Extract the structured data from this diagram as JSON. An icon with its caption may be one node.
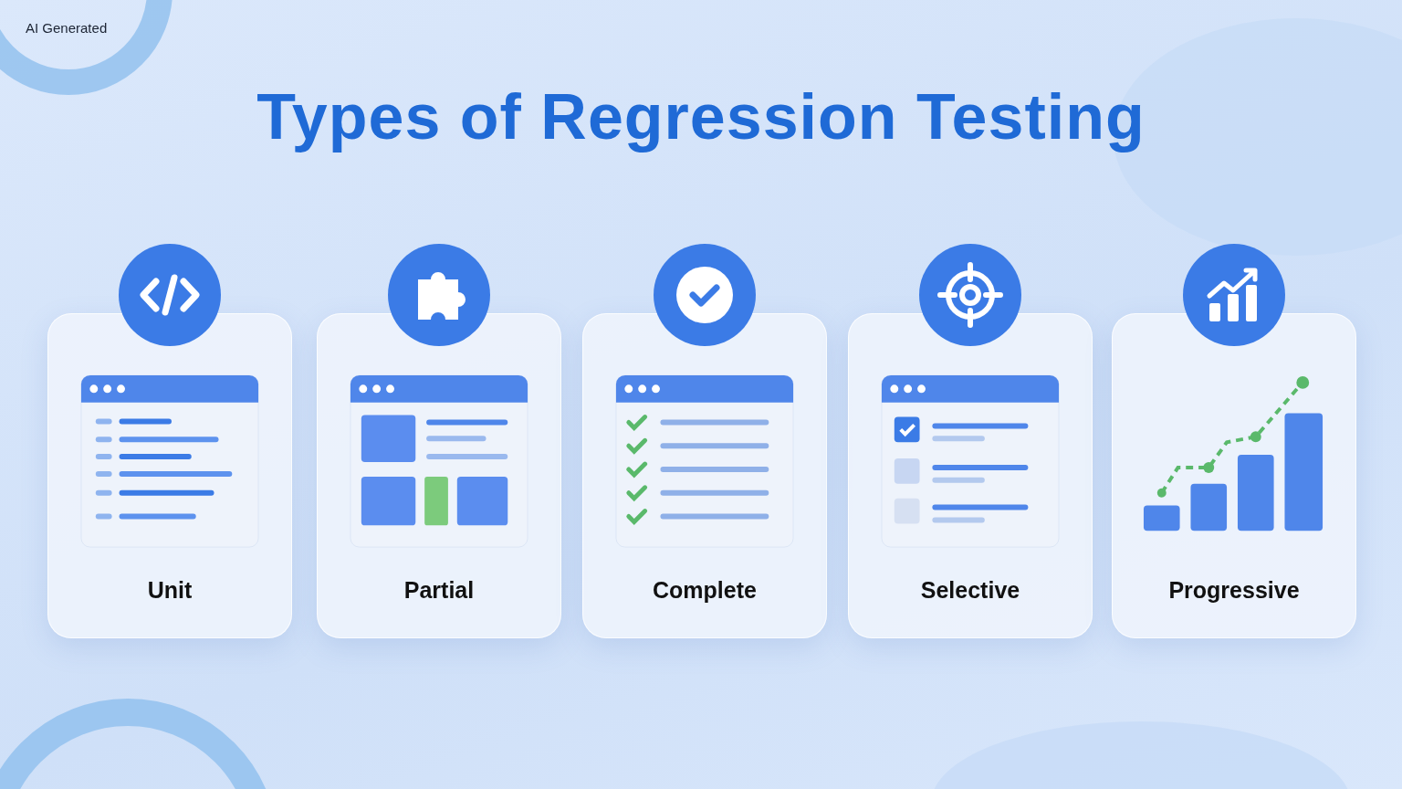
{
  "diagram": {
    "title": "Types of Regression Testing",
    "nodes": [
      {
        "text": [
          "Unit"
        ]
      },
      {
        "text": [
          "Partial"
        ]
      },
      {
        "text": [
          "Complete"
        ]
      },
      {
        "text": [
          "Selective"
        ]
      },
      {
        "text": [
          "Progressive"
        ]
      }
    ],
    "labels": [
      "AI Generated"
    ]
  }
}
